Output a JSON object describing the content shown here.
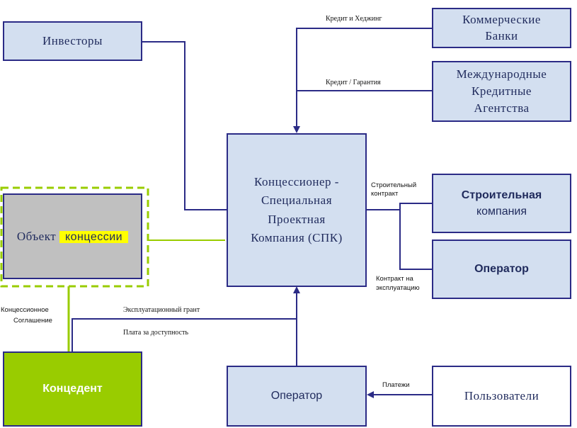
{
  "boxes": {
    "investors": "Инвесторы",
    "commercial_banks_l1": "Коммерческие",
    "commercial_banks_l2": "Банки",
    "ica_l1": "Международные",
    "ica_l2": "Кредитные",
    "ica_l3": "Агентства",
    "spv_l1": "Концессионер -",
    "spv_l2": "Специальная",
    "spv_l3": "Проектная",
    "spv_l4": "Компания (СПК)",
    "object_prefix": "Объект",
    "object_highlight": "концессии",
    "construction_l1": "Строительная",
    "construction_l2": "компания",
    "operator_right": "Оператор",
    "grantor": "Концедент",
    "operator_bottom": "Оператор",
    "users": "Пользователи"
  },
  "labels": {
    "credit_hedging": "Кредит и Хеджинг",
    "credit_guarantee": "Кредит / Гарантия",
    "construction_contract_l1": "Строительный",
    "construction_contract_l2": "контракт",
    "operation_contract_l1": "Контракт на",
    "operation_contract_l2": "эксплуатацию",
    "concession_agreement_l1": "Концессионное",
    "concession_agreement_l2": "Соглашение",
    "operating_grant": "Эксплуатационный грант",
    "availability_payment": "Плата за доступность",
    "payments": "Платежи"
  },
  "colors": {
    "box_fill": "#d3dff0",
    "box_border": "#2b2b86",
    "line": "#2b2b86",
    "green": "#99cc00",
    "object_fill": "#c0c0c0",
    "highlight": "#ffff00"
  }
}
